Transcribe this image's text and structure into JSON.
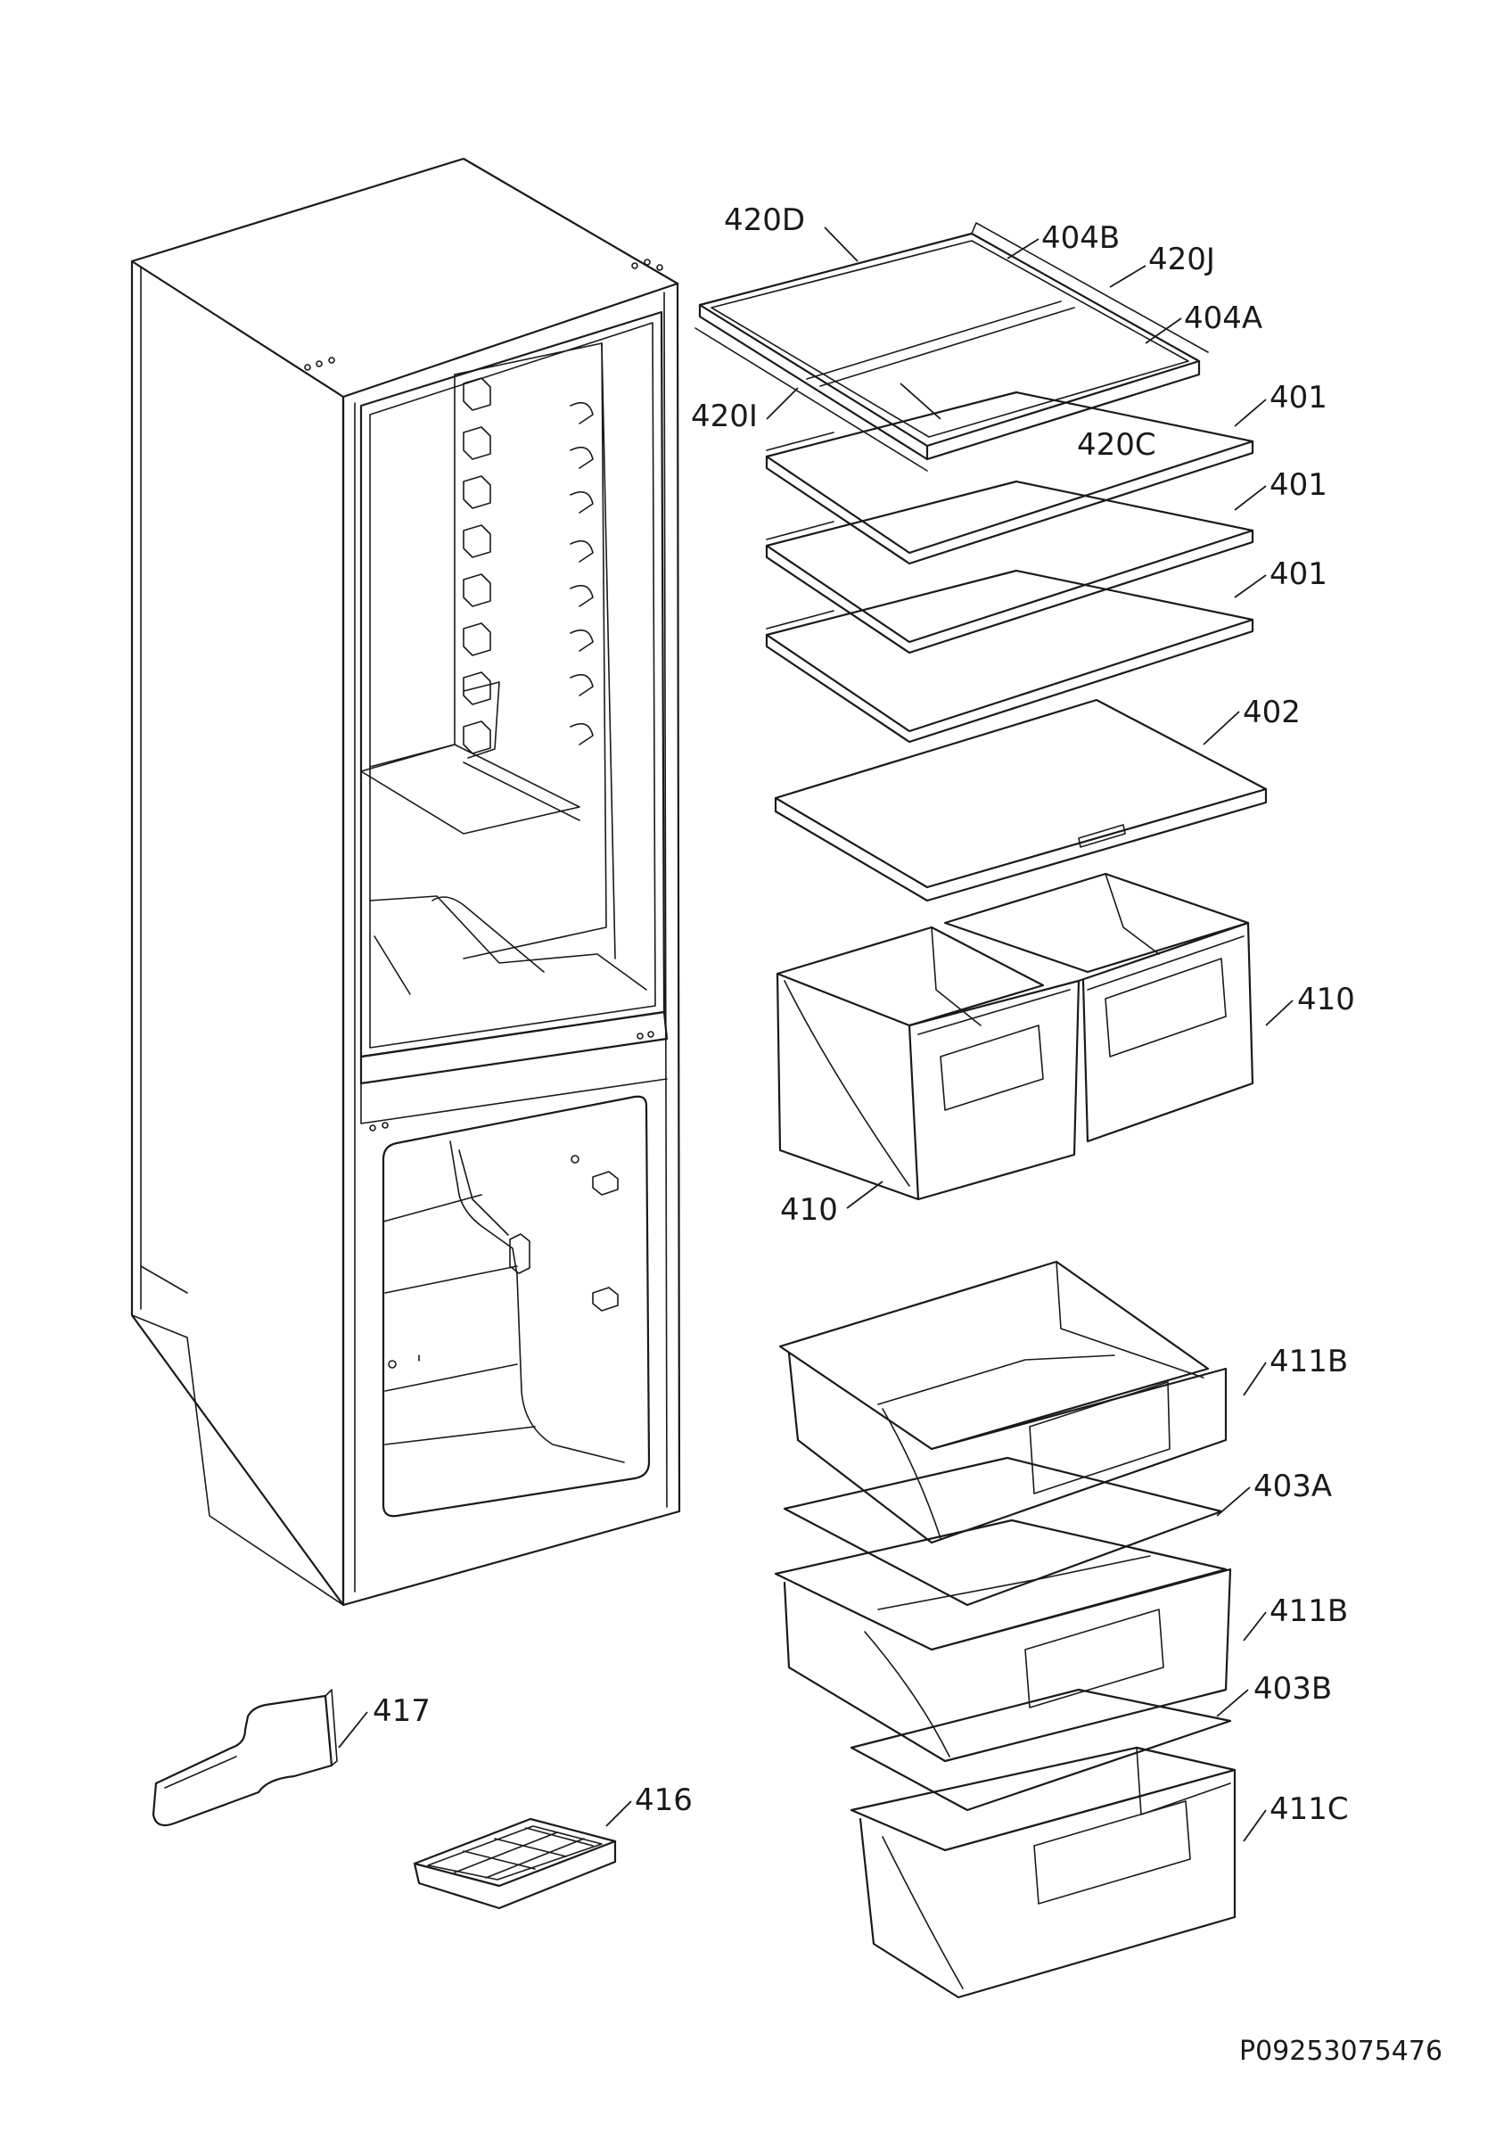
{
  "labels": {
    "l420D": "420D",
    "l404B": "404B",
    "l420J": "420J",
    "l404A": "404A",
    "l420I": "420I",
    "l420C": "420C",
    "l401a": "401",
    "l401b": "401",
    "l401c": "401",
    "l402": "402",
    "l410r": "410",
    "l410l": "410",
    "l411Ba": "411B",
    "l403A": "403A",
    "l411Bb": "411B",
    "l403B": "403B",
    "l411C": "411C",
    "l417": "417",
    "l416": "416"
  },
  "drawing_code": "P09253075476"
}
